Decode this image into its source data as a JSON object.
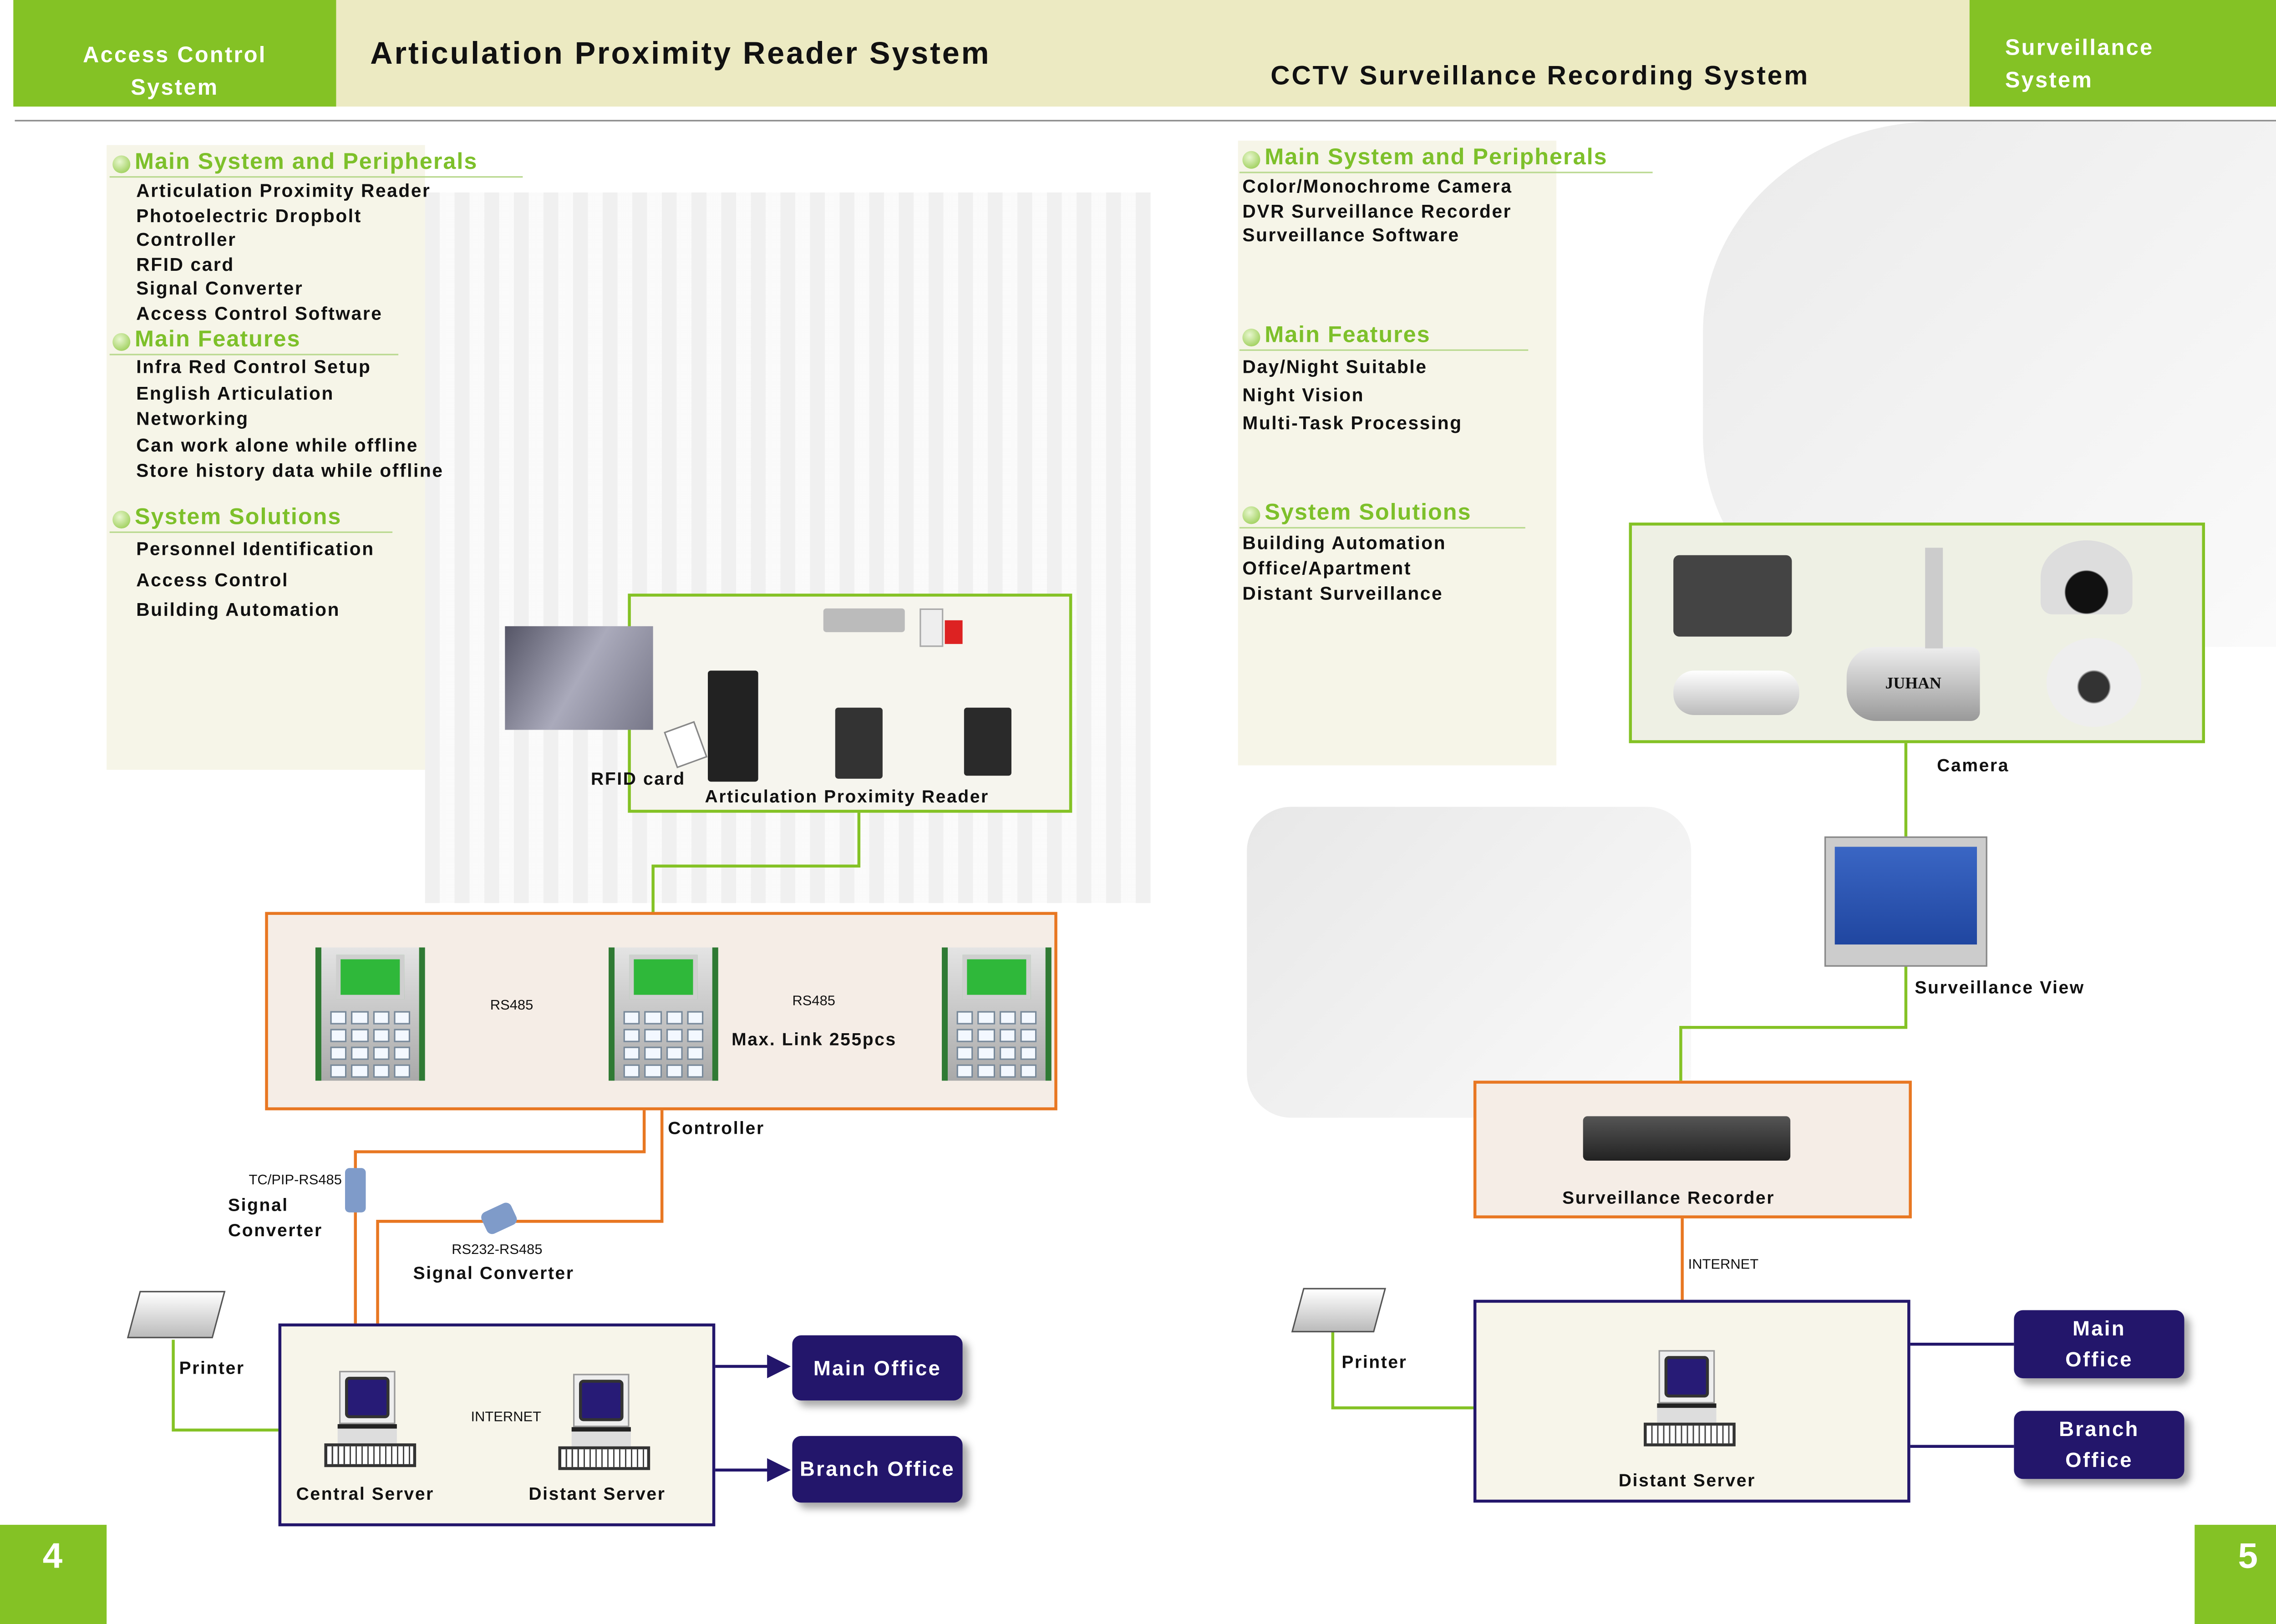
{
  "header": {
    "left_section": [
      "Access Control",
      "System"
    ],
    "left_title": "Articulation Proximity Reader System",
    "right_title": "CCTV Surveillance Recording System",
    "right_section": [
      "Surveillance",
      "System"
    ]
  },
  "left": {
    "main_system": {
      "heading": "Main System and Peripherals",
      "items": [
        "Articulation Proximity Reader",
        "Photoelectric Dropbolt",
        "Controller",
        "RFID card",
        "Signal Converter",
        "Access Control Software"
      ]
    },
    "features": {
      "heading": "Main Features",
      "items": [
        "Infra Red Control Setup",
        "English Articulation",
        "Networking",
        "Can work alone while offline",
        "Store history data while offline"
      ]
    },
    "solutions": {
      "heading": "System Solutions",
      "items": [
        "Personnel Identification",
        "Access Control",
        "Building Automation"
      ]
    },
    "diagram": {
      "rfid_card": "RFID card",
      "reader": "Articulation Proximity Reader",
      "rs485_a": "RS485",
      "rs485_b": "RS485",
      "max_link": "Max. Link 255pcs",
      "controller": "Controller",
      "tcpip_converter": "TC/PIP-RS485",
      "tcpip_converter_label": [
        "Signal",
        "Converter"
      ],
      "rs232_converter": "RS232-RS485",
      "rs232_converter_label": "Signal Converter",
      "printer": "Printer",
      "internet": "INTERNET",
      "central_server": "Central Server",
      "distant_server": "Distant Server",
      "main_office": "Main Office",
      "branch_office": "Branch Office"
    },
    "page_number": "4"
  },
  "right": {
    "main_system": {
      "heading": "Main System and Peripherals",
      "items": [
        "Color/Monochrome Camera",
        "DVR Surveillance Recorder",
        "Surveillance Software"
      ]
    },
    "features": {
      "heading": "Main Features",
      "items": [
        "Day/Night Suitable",
        "Night Vision",
        "Multi-Task Processing"
      ]
    },
    "solutions": {
      "heading": "System Solutions",
      "items": [
        "Building Automation",
        "Office/Apartment",
        "Distant Surveillance"
      ]
    },
    "diagram": {
      "camera": "Camera",
      "camera_brand": "JUHAN",
      "surveillance_view": "Surveillance View",
      "recorder": "Surveillance Recorder",
      "internet": "INTERNET",
      "printer": "Printer",
      "distant_server": "Distant Server",
      "main_office": [
        "Main",
        "Office"
      ],
      "branch_office": [
        "Branch",
        "Office"
      ]
    },
    "page_number": "5"
  },
  "colors": {
    "green": "#84c225",
    "beige": "#eceac2",
    "orange": "#e87722",
    "navy": "#23166b"
  }
}
